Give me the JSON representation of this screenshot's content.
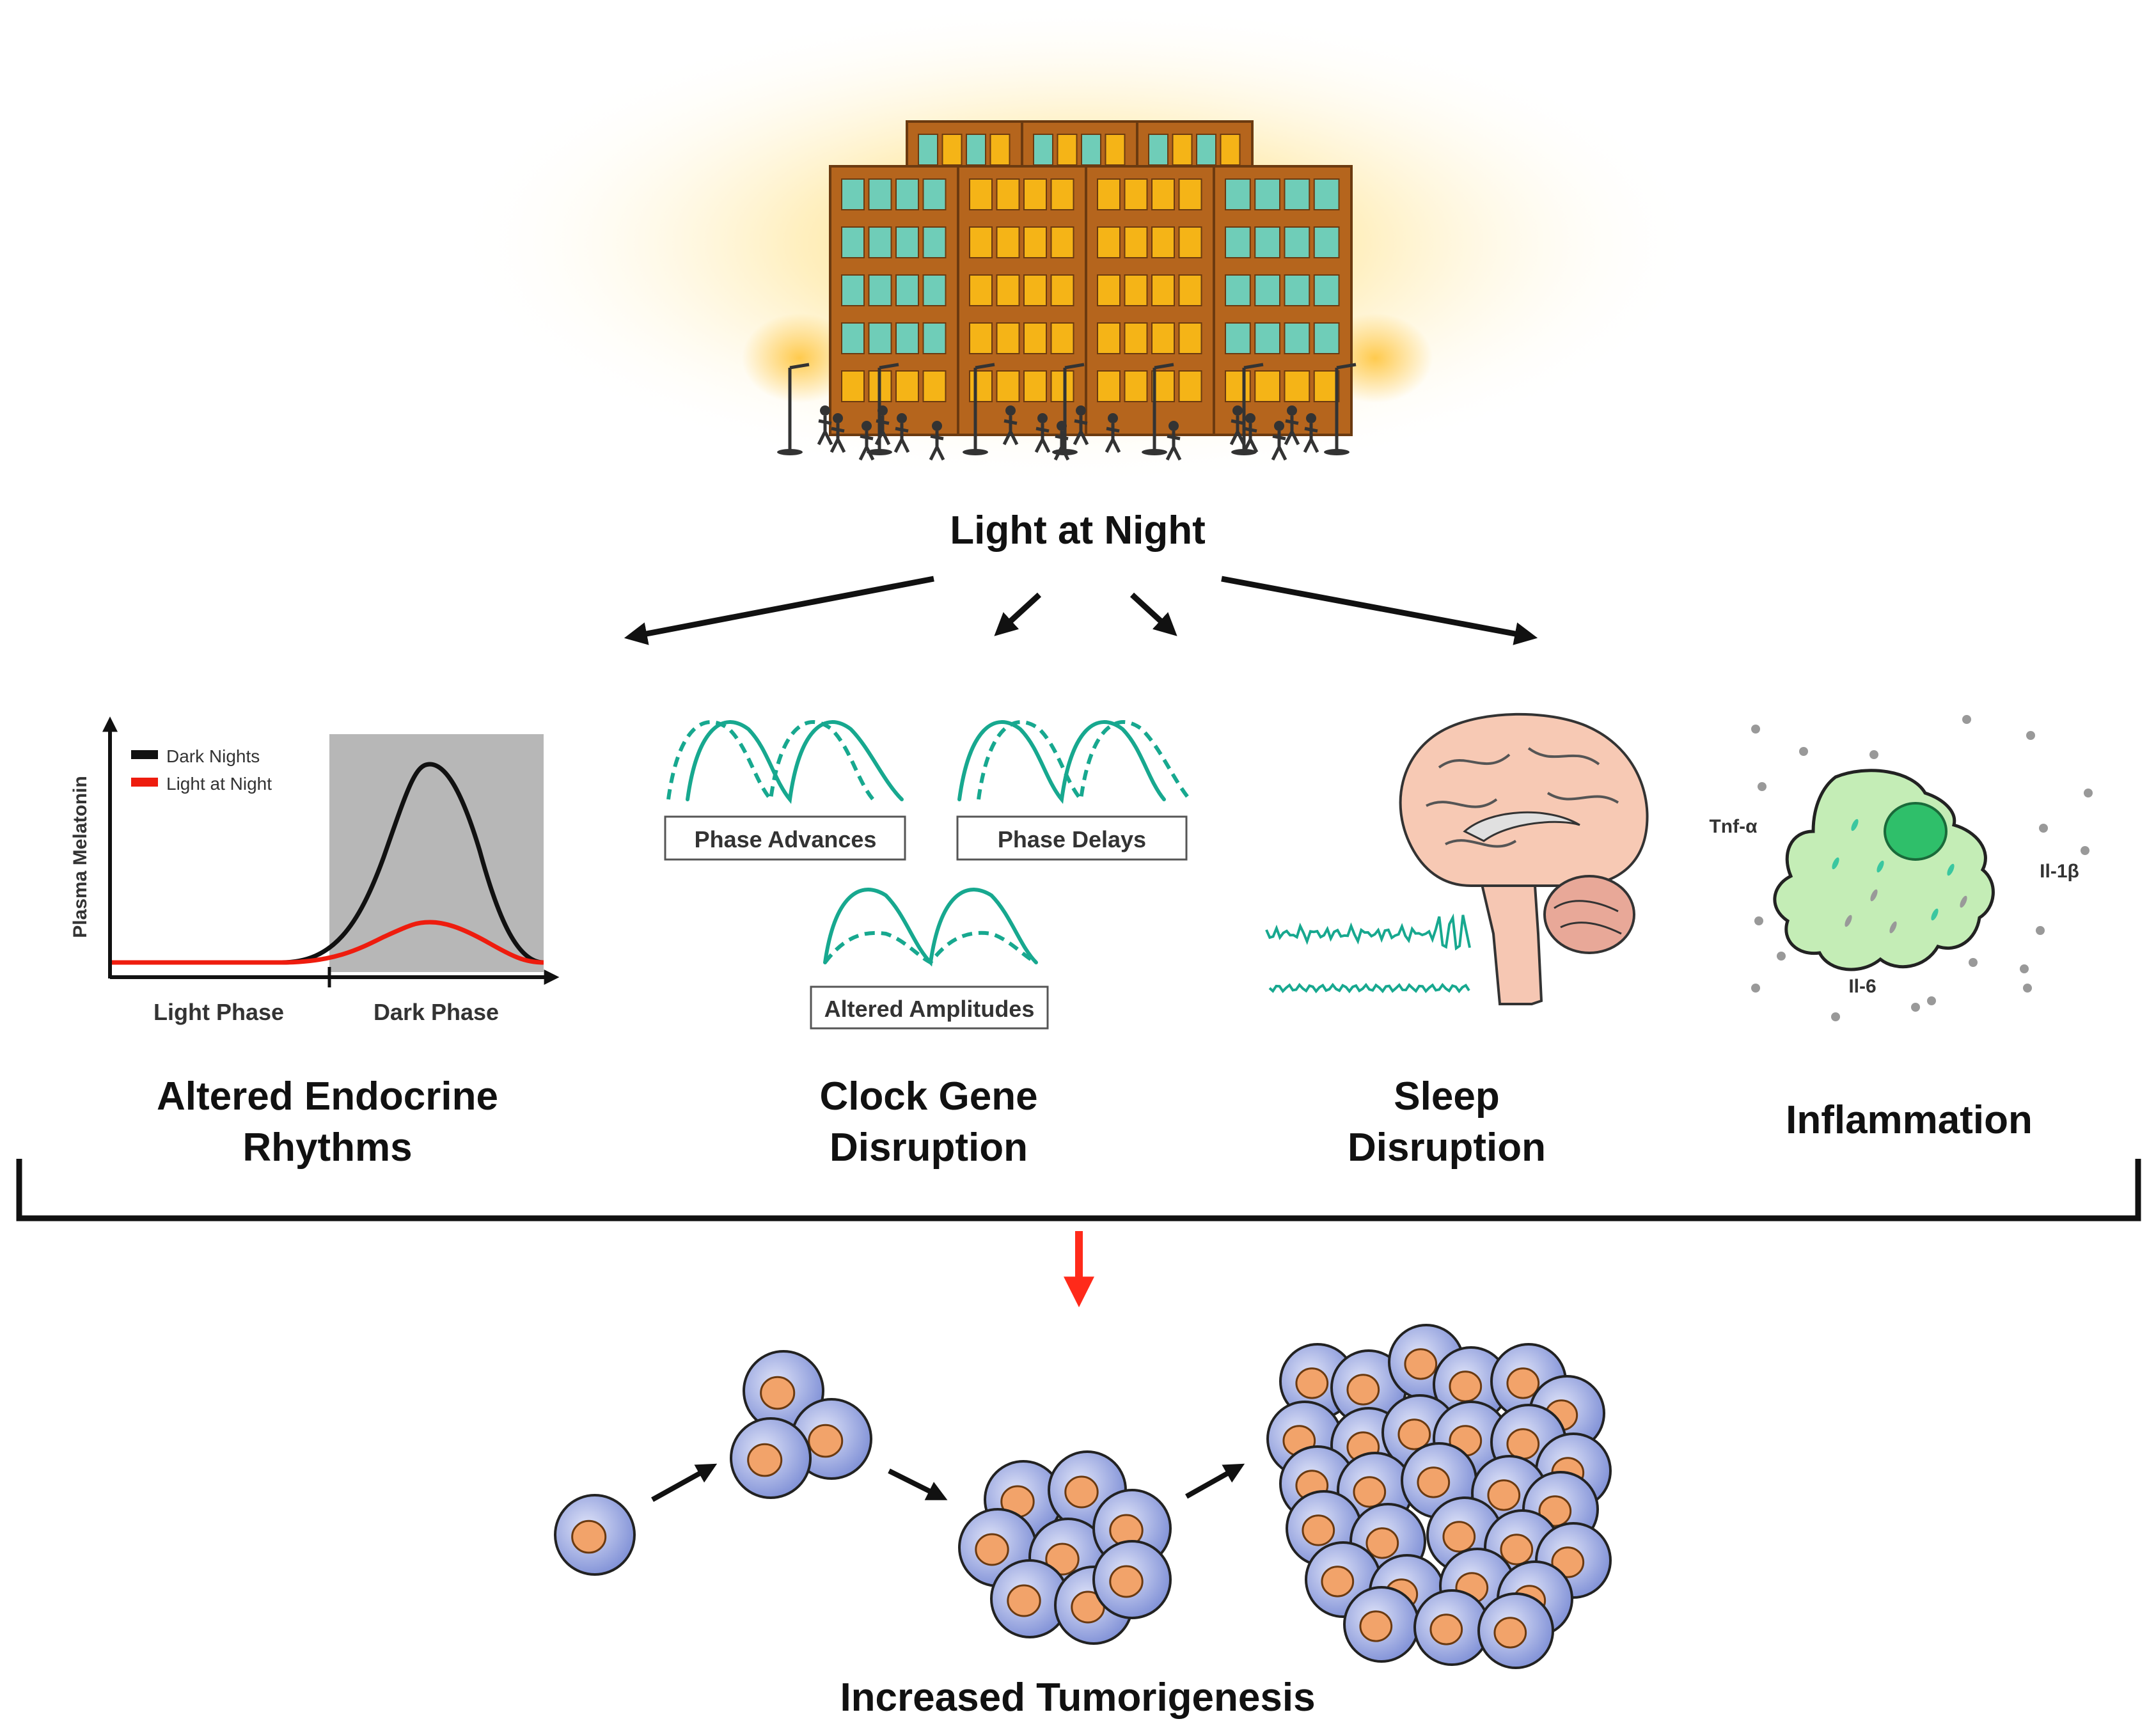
{
  "title": "Light at Night",
  "colors": {
    "building": "#b5651d",
    "window_lit": "#f5b417",
    "window_teal": "#6fcdb8",
    "glow": "#ffe08a",
    "teal_line": "#17a88f",
    "red_arrow": "#ff2a1a",
    "cell_fill": "#8f9fe0",
    "nucleus": "#f2a36a",
    "macrophage": "#bfeeb0"
  },
  "endocrine": {
    "ylabel": "Plasma Melatonin",
    "legend": [
      "Dark Nights",
      "Light at Night"
    ],
    "xlabels": [
      "Light Phase",
      "Dark Phase"
    ],
    "title_line1": "Altered Endocrine",
    "title_line2": "Rhythms"
  },
  "clock": {
    "boxes": [
      "Phase Advances",
      "Phase Delays",
      "Altered Amplitudes"
    ],
    "title_line1": "Clock Gene",
    "title_line2": "Disruption"
  },
  "sleep": {
    "title_line1": "Sleep",
    "title_line2": "Disruption"
  },
  "inflammation": {
    "cytokines": [
      "Tnf-α",
      "Il-1β",
      "Il-6"
    ],
    "title": "Inflammation"
  },
  "outcome": "Increased Tumorigenesis",
  "icons": [
    "building-icon",
    "street-lamp-icon",
    "pedestrian-icon",
    "brain-icon",
    "eeg-wave-icon",
    "macrophage-icon",
    "tumor-cell-icon"
  ]
}
